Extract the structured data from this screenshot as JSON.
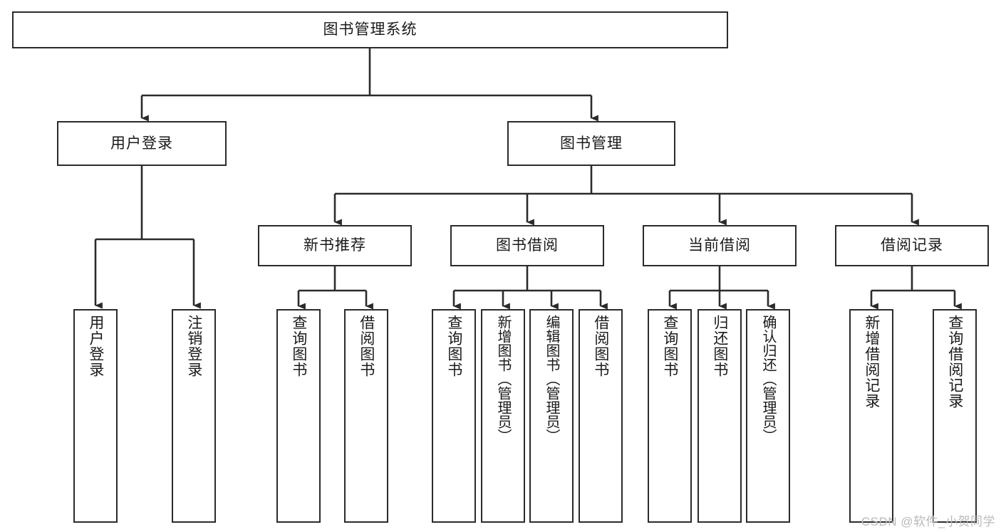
{
  "diagram": {
    "title": "图书管理系统",
    "type": "tree",
    "root": {
      "id": "root",
      "label": "图书管理系统",
      "orientation": "horizontal"
    },
    "level1": [
      {
        "id": "user-login",
        "label": "用户登录",
        "orientation": "horizontal"
      },
      {
        "id": "book-manage",
        "label": "图书管理",
        "orientation": "horizontal"
      }
    ],
    "level2": [
      {
        "id": "new-book-recommend",
        "label": "新书推荐",
        "parent": "book-manage",
        "orientation": "horizontal"
      },
      {
        "id": "book-borrow",
        "label": "图书借阅",
        "parent": "book-manage",
        "orientation": "horizontal"
      },
      {
        "id": "current-borrow",
        "label": "当前借阅",
        "parent": "book-manage",
        "orientation": "horizontal"
      },
      {
        "id": "borrow-record",
        "label": "借阅记录",
        "parent": "book-manage",
        "orientation": "horizontal"
      }
    ],
    "leaves": [
      {
        "id": "leaf-user-login",
        "label": "用户登录",
        "parent": "user-login",
        "orientation": "vertical"
      },
      {
        "id": "leaf-user-logout",
        "label": "注销登录",
        "parent": "user-login",
        "orientation": "vertical"
      },
      {
        "id": "leaf-query-book-1",
        "label": "查询图书",
        "parent": "new-book-recommend",
        "orientation": "vertical"
      },
      {
        "id": "leaf-borrow-book-1",
        "label": "借阅图书",
        "parent": "new-book-recommend",
        "orientation": "vertical"
      },
      {
        "id": "leaf-query-book-2",
        "label": "查询图书",
        "parent": "book-borrow",
        "orientation": "vertical"
      },
      {
        "id": "leaf-add-book",
        "label": "新增图书（管理员）",
        "parent": "book-borrow",
        "orientation": "vertical"
      },
      {
        "id": "leaf-edit-book",
        "label": "编辑图书（管理员）",
        "parent": "book-borrow",
        "orientation": "vertical"
      },
      {
        "id": "leaf-borrow-book-2",
        "label": "借阅图书",
        "parent": "book-borrow",
        "orientation": "vertical"
      },
      {
        "id": "leaf-query-book-3",
        "label": "查询图书",
        "parent": "current-borrow",
        "orientation": "vertical"
      },
      {
        "id": "leaf-return-book",
        "label": "归还图书",
        "parent": "current-borrow",
        "orientation": "vertical"
      },
      {
        "id": "leaf-confirm-return",
        "label": "确认归还（管理员）",
        "parent": "current-borrow",
        "orientation": "vertical"
      },
      {
        "id": "leaf-add-record",
        "label": "新增借阅记录",
        "parent": "borrow-record",
        "orientation": "vertical"
      },
      {
        "id": "leaf-query-record",
        "label": "查询借阅记录",
        "parent": "borrow-record",
        "orientation": "vertical"
      }
    ],
    "colors": {
      "stroke": "#2b2b2b",
      "fill": "#ffffff",
      "text": "#1a1a1a",
      "watermark": "#b9b9b9",
      "background": "#ffffff"
    }
  },
  "watermark": {
    "text": "CSDN @软件_小贺同学"
  }
}
